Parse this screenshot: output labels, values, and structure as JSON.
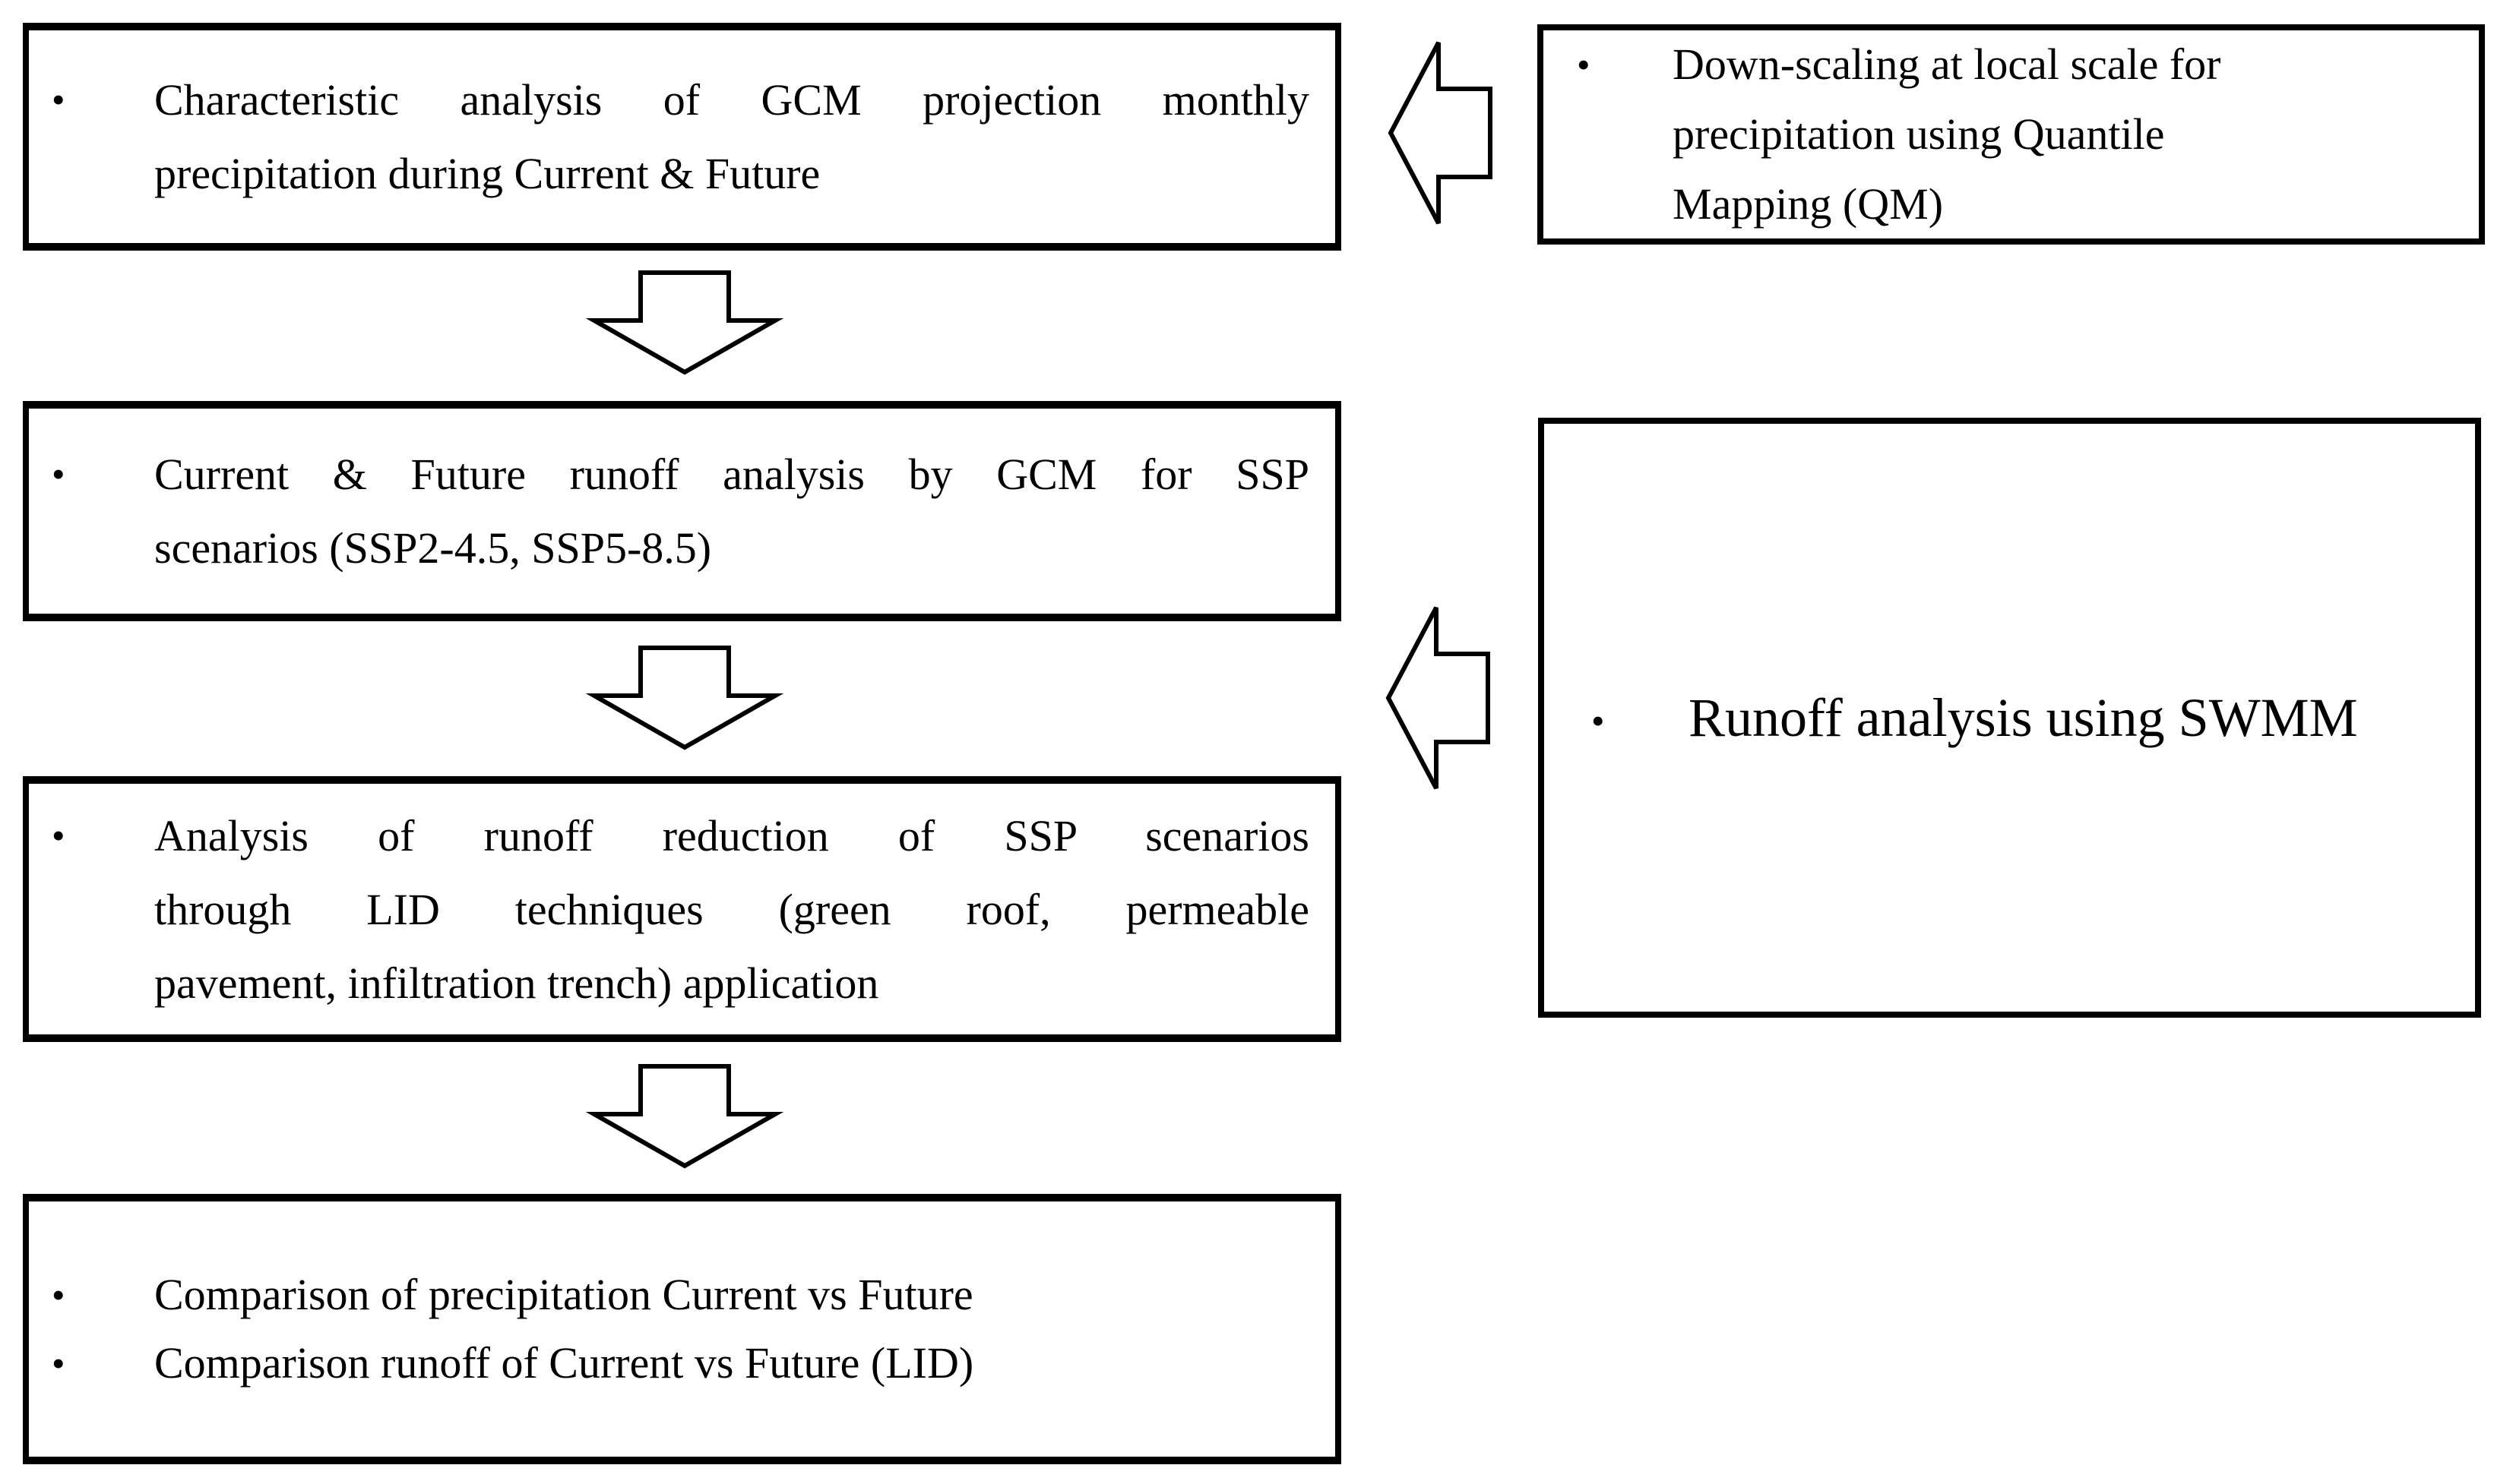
{
  "palette": {
    "background": "#ffffff",
    "line": "#000000",
    "text": "#000000"
  },
  "glyphs": {
    "bullet": "•"
  },
  "flow": {
    "step1": {
      "lines": [
        "Characteristic analysis of GCM projection monthly",
        "precipitation during Current & Future"
      ]
    },
    "step2": {
      "lines": [
        "Current & Future runoff analysis by GCM for SSP",
        "scenarios (SSP2-4.5, SSP5-8.5)"
      ]
    },
    "step3": {
      "lines": [
        "Analysis of runoff reduction of SSP scenarios",
        "through LID techniques (green roof, permeable",
        "pavement, infiltration trench) application"
      ]
    },
    "step4": {
      "items": [
        {
          "lines": [
            "Comparison of precipitation Current vs Future"
          ]
        },
        {
          "lines": [
            "Comparison runoff of Current vs Future (LID)"
          ]
        }
      ]
    }
  },
  "side": {
    "downscaling": {
      "lines": [
        "Down-scaling at local scale for",
        "precipitation using Quantile",
        "Mapping (QM)"
      ]
    },
    "swmm": {
      "lines": [
        "Runoff analysis using SWMM"
      ]
    }
  },
  "arrows": [
    {
      "name": "downscaling-into-step1",
      "direction": "left"
    },
    {
      "name": "step1-to-step2",
      "direction": "down"
    },
    {
      "name": "swmm-into-flow",
      "direction": "left"
    },
    {
      "name": "step2-to-step3",
      "direction": "down"
    },
    {
      "name": "step3-to-step4",
      "direction": "down"
    }
  ]
}
